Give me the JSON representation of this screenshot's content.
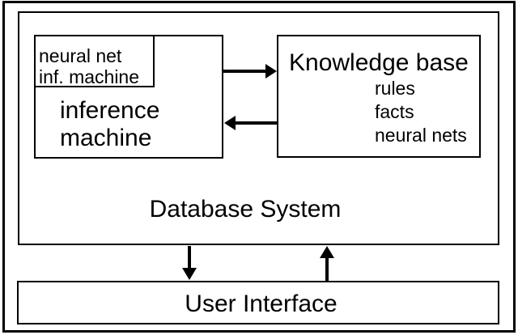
{
  "diagram": {
    "background": "#ffffff",
    "line_color": "#000000",
    "boxes": {
      "database_system": {
        "label": "Database System"
      },
      "inference_machine": {
        "label": "inference\nmachine"
      },
      "neural_net_inf_machine": {
        "label": "neural net\ninf. machine"
      },
      "knowledge_base": {
        "title": "Knowledge base",
        "items": [
          "rules",
          "facts",
          "neural nets"
        ]
      },
      "user_interface": {
        "label": "User Interface"
      }
    },
    "arrows": [
      {
        "name": "inference-machine-to-knowledge-base",
        "direction": "right"
      },
      {
        "name": "knowledge-base-to-inference-machine",
        "direction": "left"
      },
      {
        "name": "database-system-to-user-interface",
        "direction": "down"
      },
      {
        "name": "user-interface-to-database-system",
        "direction": "up"
      }
    ]
  }
}
